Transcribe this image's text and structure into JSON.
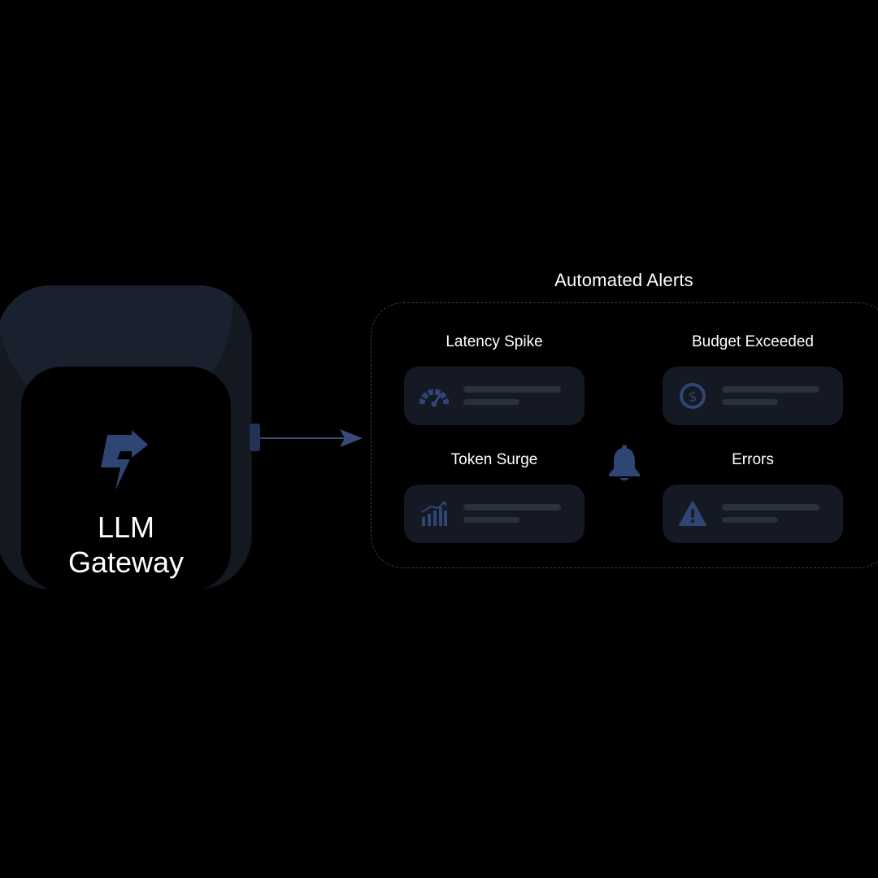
{
  "gateway": {
    "title_line1": "LLM",
    "title_line2": "Gateway",
    "logo_icon": "lightning-arrow-icon"
  },
  "alerts": {
    "title": "Automated Alerts",
    "center_icon": "bell-icon",
    "items": [
      {
        "label": "Latency Spike",
        "icon": "speedometer-icon"
      },
      {
        "label": "Budget Exceeded",
        "icon": "dollar-coin-icon"
      },
      {
        "label": "Token Surge",
        "icon": "bar-chart-trend-icon"
      },
      {
        "label": "Errors",
        "icon": "warning-triangle-icon"
      }
    ]
  },
  "colors": {
    "background": "#000000",
    "device_shell": "#131821",
    "accent": "#2f4573",
    "card": "#141923",
    "placeholder_line": "#2a303c",
    "panel_border": "#2e3a66"
  }
}
